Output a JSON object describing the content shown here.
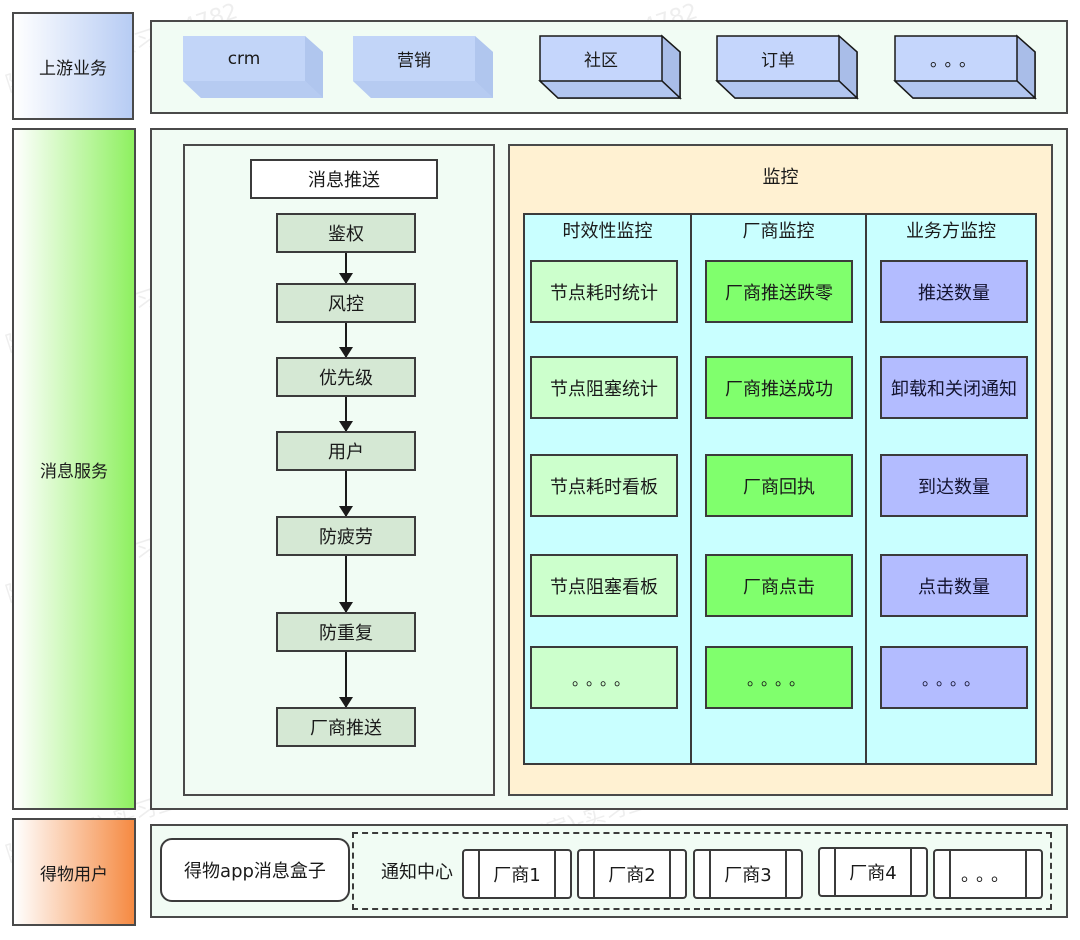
{
  "layers": {
    "upstream": "上游业务",
    "message_service": "消息服务",
    "end_user": "得物用户"
  },
  "upstream_services": [
    {
      "label": "crm",
      "style": "flat"
    },
    {
      "label": "营销",
      "style": "flat"
    },
    {
      "label": "社区",
      "style": "outlined"
    },
    {
      "label": "订单",
      "style": "outlined"
    },
    {
      "label": "。。。",
      "style": "outlined"
    }
  ],
  "push_flow": {
    "title": "消息推送",
    "steps": [
      "鉴权",
      "风控",
      "优先级",
      "用户",
      "防疲劳",
      "防重复",
      "厂商推送"
    ]
  },
  "monitor": {
    "title": "监控",
    "columns": [
      {
        "header": "时效性监控",
        "items": [
          "节点耗时统计",
          "节点阻塞统计",
          "节点耗时看板",
          "节点阻塞看板",
          "。。。。"
        ]
      },
      {
        "header": "厂商监控",
        "items": [
          "厂商推送跌零",
          "厂商推送成功",
          "厂商回执",
          "厂商点击",
          "。。。。"
        ]
      },
      {
        "header": "业务方监控",
        "items": [
          "推送数量",
          "卸载和关闭通知",
          "到达数量",
          "点击数量",
          "。。。。"
        ]
      }
    ]
  },
  "user_side": {
    "app_box": "得物app消息盒子",
    "notification_center": "通知中心",
    "vendors": [
      "厂商1",
      "厂商2",
      "厂商3",
      "厂商4",
      "。。。"
    ]
  },
  "colors": {
    "cube_flat": "#c2d5f8",
    "cube_outlined": "#c5d6fc",
    "step_fill": "#d5e8d4",
    "monitor_bg": "#fff1d2",
    "monitor_inner": "#c9ffff",
    "timeliness_item": "#ccffcc",
    "vendor_item": "#80ff6d",
    "business_item": "#b3bcff"
  },
  "watermark": "除夕(严宿)-实习生 4782"
}
